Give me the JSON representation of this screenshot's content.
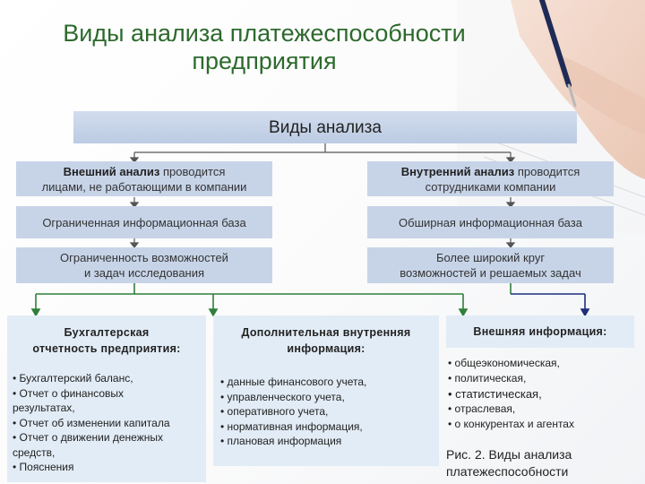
{
  "title": {
    "line1": "Виды анализа платежеспособности",
    "line2": "предприятия"
  },
  "header": "Виды анализа",
  "left_column": {
    "box1_bold": "Внешний анализ",
    "box1_rest": " проводится",
    "box1_line2": "лицами, не работающими в компании",
    "box2": "Ограниченная информационная база",
    "box3_line1": "Ограниченность возможностей",
    "box3_line2": "и задач исследования"
  },
  "right_column": {
    "box1_bold": "Внутренний анализ",
    "box1_rest": " проводится",
    "box1_line2": "сотрудниками компании",
    "box2": "Обширная информационная база",
    "box3_line1": "Более широкий круг",
    "box3_line2": "возможностей и решаемых задач"
  },
  "panels": {
    "accounting": {
      "title_line1": "Бухгалтерская",
      "title_line2": "отчетность предприятия:",
      "items": [
        "• Бухгалтерский баланс,",
        "• Отчет о финансовых",
        "результатах,",
        "• Отчет об изменении капитала",
        "• Отчет о движении денежных",
        "средств,",
        "• Пояснения"
      ]
    },
    "internal": {
      "title_line1": "Дополнительная внутренняя",
      "title_line2": "информация:",
      "items": [
        "• данные финансового учета,",
        "• управленческого учета,",
        "• оперативного учета,",
        "• нормативная информация,",
        "• плановая информация"
      ]
    },
    "external": {
      "title": "Внешняя информация:",
      "items": [
        "• общеэкономическая,",
        "• политическая,",
        "• статистическая,",
        "• отраслевая,",
        "• о конкурентах и агентах"
      ]
    }
  },
  "caption": {
    "line1": "Рис. 2. Виды анализа",
    "line2": "платежеспособности"
  },
  "colors": {
    "title": "#2d6a2d",
    "box": "#c7d4e8",
    "panel": "#e2ecf6",
    "line_green": "#2f7f3a",
    "line_navy": "#1c2f7a"
  }
}
